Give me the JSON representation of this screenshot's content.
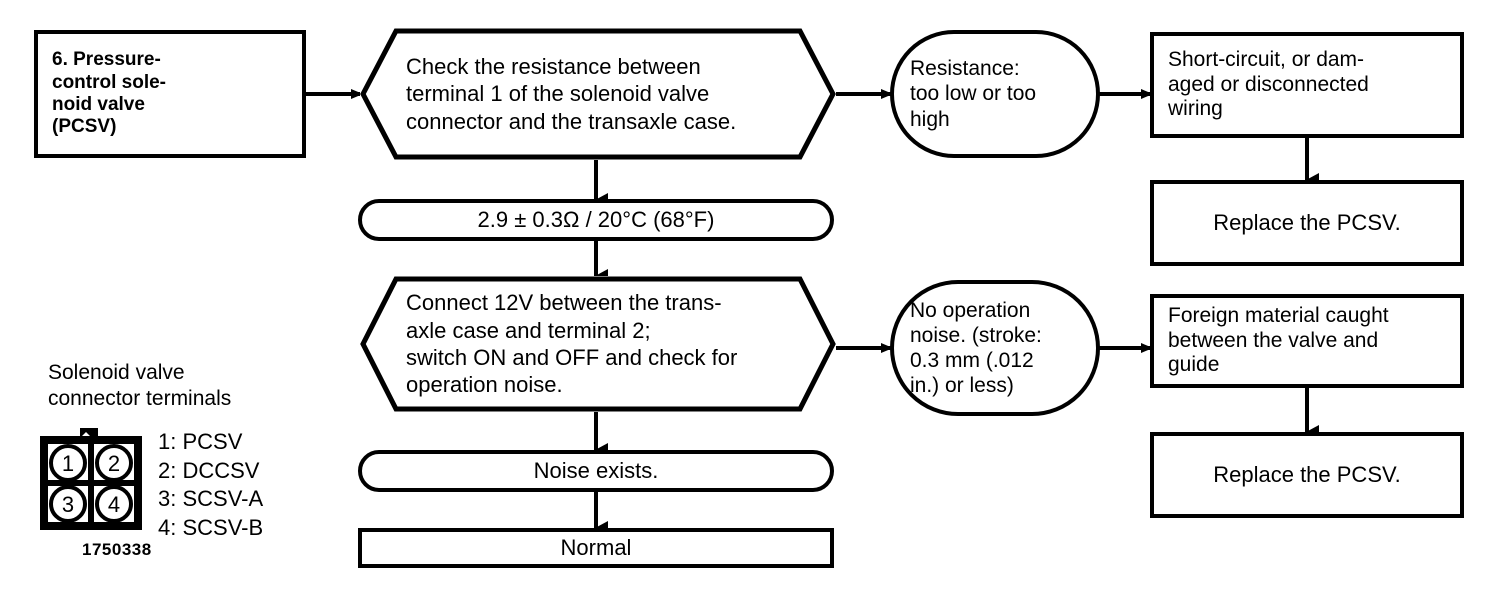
{
  "diagram": {
    "title_node": {
      "number": "6.",
      "label": "6.  Pressure-\ncontrol sole-\nnoid valve\n(PCSV)"
    },
    "steps": [
      {
        "id": "check-resistance",
        "shape": "hexagon",
        "text": "Check the resistance between\nterminal 1 of the solenoid valve\nconnector and the transaxle case."
      },
      {
        "id": "resistance-spec",
        "shape": "stadium",
        "text": "2.9 ± 0.3Ω / 20°C (68°F)"
      },
      {
        "id": "connect-12v",
        "shape": "hexagon",
        "text": "Connect 12V between the trans-\naxle case and terminal 2;\nswitch ON and OFF and check for\noperation noise."
      },
      {
        "id": "noise-exists",
        "shape": "stadium",
        "text": "Noise exists."
      },
      {
        "id": "normal",
        "shape": "rectangle",
        "text": "Normal"
      }
    ],
    "branches": [
      {
        "id": "resistance-fault",
        "condition_shape": "stadium",
        "condition": "Resistance:\ntoo low or too\nhigh",
        "cause_shape": "rectangle",
        "cause": "Short-circuit, or dam-\naged or disconnected\nwiring",
        "remedy_shape": "rectangle",
        "remedy": "Replace the PCSV."
      },
      {
        "id": "no-noise-fault",
        "condition_shape": "stadium",
        "condition": "No operation\nnoise. (stroke:\n0.3 mm (.012\nin.) or less)",
        "cause_shape": "rectangle",
        "cause": "Foreign material caught\nbetween the valve and\nguide",
        "remedy_shape": "rectangle",
        "remedy": "Replace the PCSV."
      }
    ],
    "connector_figure": {
      "caption": "Solenoid valve\nconnector terminals",
      "terminals": [
        {
          "number": "1",
          "row": 0,
          "col": 0
        },
        {
          "number": "2",
          "row": 0,
          "col": 1
        },
        {
          "number": "3",
          "row": 1,
          "col": 0
        },
        {
          "number": "4",
          "row": 1,
          "col": 1
        }
      ],
      "legend": "1: PCSV\n2: DCCSV\n3: SCSV-A\n4: SCSV-B",
      "reference_number": "1750338"
    },
    "colors": {
      "ink": "#000000",
      "paper": "#ffffff"
    }
  }
}
